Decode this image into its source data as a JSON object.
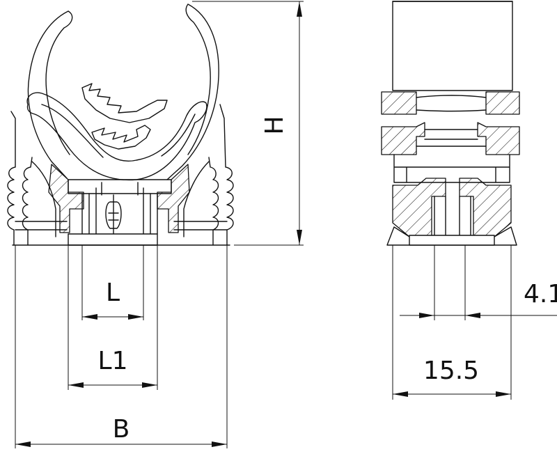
{
  "drawing": {
    "labels": {
      "height": "H",
      "inner_width": "L",
      "outer_width": "L1",
      "base_width": "B",
      "slot_width": "4.1",
      "depth": "15.5"
    },
    "colors": {
      "line": "#111111",
      "background": "#ffffff"
    }
  }
}
